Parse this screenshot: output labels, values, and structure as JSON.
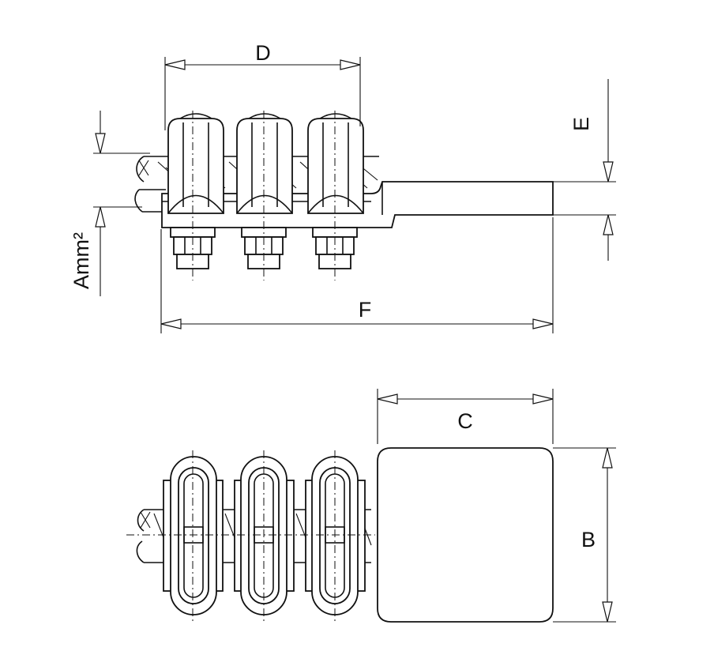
{
  "labels": {
    "d": "D",
    "e": "E",
    "f": "F",
    "c": "C",
    "b": "B",
    "amm2": "Amm²"
  },
  "colors": {
    "line": "#111111",
    "background": "#ffffff"
  }
}
